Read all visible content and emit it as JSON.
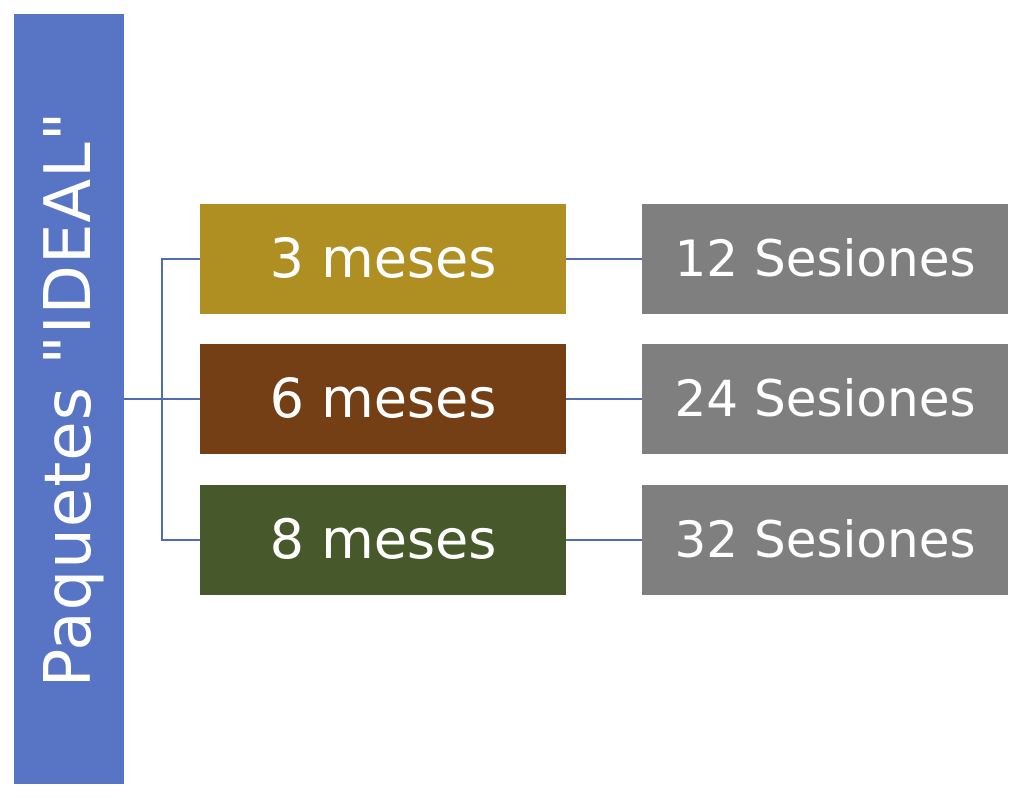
{
  "root": {
    "label": "Paquetes \"IDEAL\"",
    "color": "#5874c4"
  },
  "connector_color": "#4e6db6",
  "packages": [
    {
      "period": "3 meses",
      "period_color": "#b08f22",
      "sessions": "12 Sesiones",
      "sessions_color": "#7f7f7f"
    },
    {
      "period": "6 meses",
      "period_color": "#753f16",
      "sessions": "24 Sesiones",
      "sessions_color": "#7f7f7f"
    },
    {
      "period": "8 meses",
      "period_color": "#47592b",
      "sessions": "32 Sesiones",
      "sessions_color": "#7f7f7f"
    }
  ]
}
